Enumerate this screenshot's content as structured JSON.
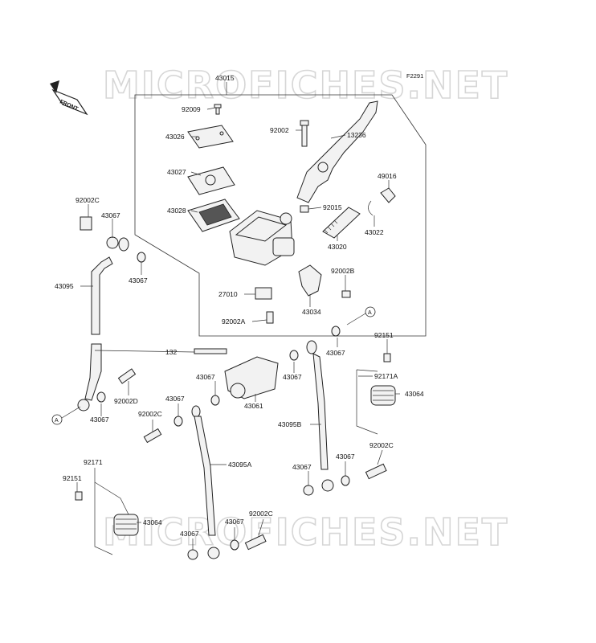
{
  "diagram_code": "F2291",
  "front_label": "FRONT",
  "watermark": "MICROFICHES.NET",
  "callout_letter": "A",
  "parts": {
    "p43015": "43015",
    "p92009": "92009",
    "p43026": "43026",
    "p43027": "43027",
    "p43028": "43028",
    "p92002_top": "92002",
    "p13236": "13236",
    "p49016": "49016",
    "p92015": "92015",
    "p43022": "43022",
    "p43020": "43020",
    "p92002B": "92002B",
    "p27010": "27010",
    "p43034": "43034",
    "p92002A": "92002A",
    "p92002C_left": "92002C",
    "p43067_a": "43067",
    "p43067_b": "43067",
    "p43095": "43095",
    "p43067_c": "43067",
    "p132": "132",
    "p43067_d": "43067",
    "p43067_e": "43067",
    "p43061": "43061",
    "p43067_f": "43067",
    "p92151_right": "92151",
    "p92171A": "92171A",
    "p43064_right": "43064",
    "p92002D": "92002D",
    "p43067_g": "43067",
    "p92002C_mid": "92002C",
    "p43095B": "43095B",
    "p43095A": "43095A",
    "p92171": "92171",
    "p92151_left": "92151",
    "p43064_left": "43064",
    "p43067_h": "43067",
    "p43067_i": "43067",
    "p92002C_bottom": "92002C",
    "p43067_j": "43067",
    "p43067_k": "43067",
    "p92002C_right": "92002C"
  }
}
